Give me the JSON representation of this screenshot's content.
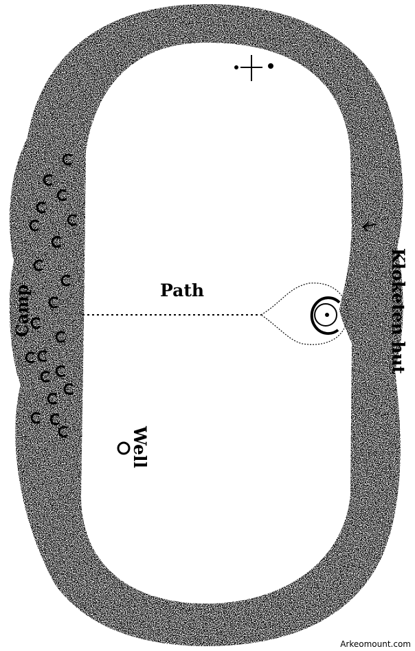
{
  "labels": {
    "path": "Path",
    "well": "Well",
    "camp": "Camp",
    "kloketen_hut": "Kloketen hut"
  },
  "credit": "Arkeomount.com",
  "icons": {
    "compass": "compass-rose-icon",
    "camp_hut": "hut-marker-icon",
    "well": "well-circle-icon",
    "kloketen_hut": "kloketen-hut-icon"
  },
  "colors": {
    "ink": "#000000",
    "background": "#ffffff"
  }
}
